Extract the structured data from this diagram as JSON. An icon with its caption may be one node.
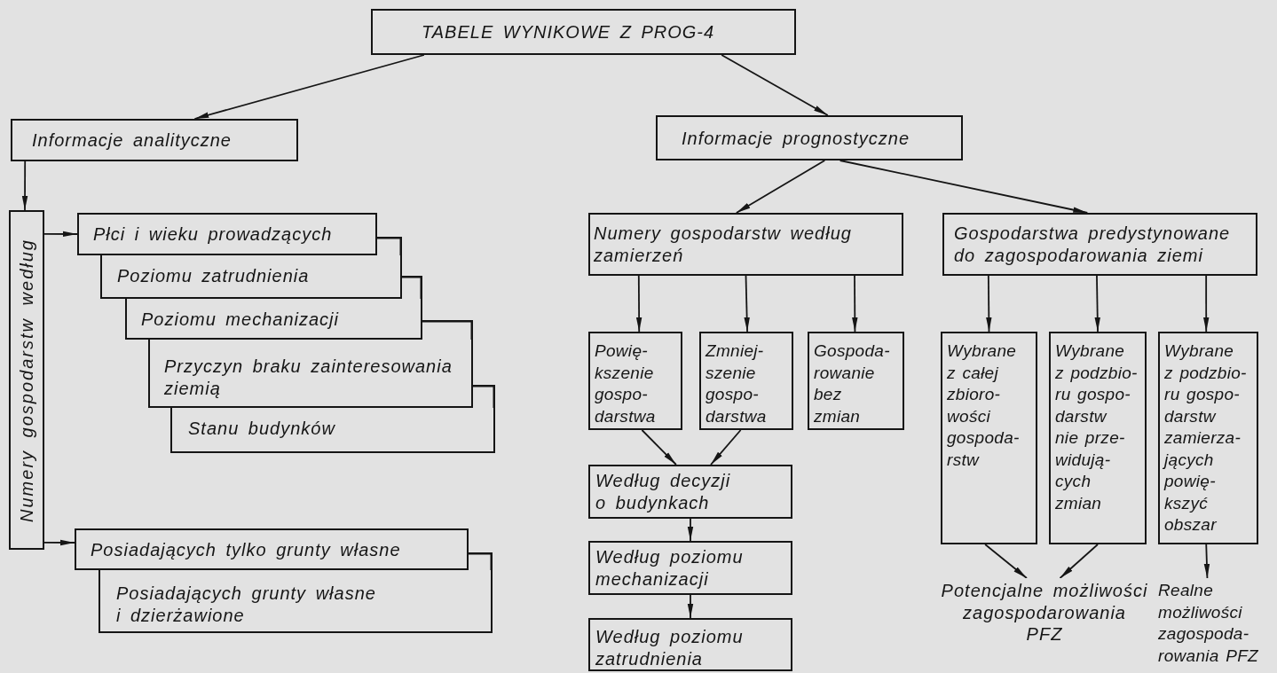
{
  "diagram": {
    "nodes": [
      {
        "text": [
          "TABELE WYNIKOWE Z PROG-4"
        ]
      },
      {
        "text": [
          "Informacje analityczne"
        ]
      },
      {
        "text": [
          "Informacje prognostyczne"
        ]
      },
      {
        "text": [
          "Numery gospodarstw według"
        ]
      },
      {
        "text": [
          "Płci i wieku prowadzących"
        ]
      },
      {
        "text": [
          "Poziomu zatrudnienia"
        ]
      },
      {
        "text": [
          "Poziomu mechanizacji"
        ]
      },
      {
        "text": [
          "Przyczyn braku zainteresowania ziemią"
        ]
      },
      {
        "text": [
          "Stanu budynków"
        ]
      },
      {
        "text": [
          "Posiadających tylko grunty własne"
        ]
      },
      {
        "text": [
          "Posiadających grunty własne i dzierżawione"
        ]
      },
      {
        "text": [
          "Numery gospodarstw według zamierzeń"
        ]
      },
      {
        "text": [
          "Gospodarstwa predystynowane do zagospodarowania ziemi"
        ]
      },
      {
        "text": [
          "Powię- kszenie gospo- darstwa"
        ]
      },
      {
        "text": [
          "Zmniej- szenie gospo- darstwa"
        ]
      },
      {
        "text": [
          "Gospoda- rowanie bez zmian"
        ]
      },
      {
        "text": [
          "Wybrane z całej zbioro- wości gospoda- rstw"
        ]
      },
      {
        "text": [
          "Wybrane z podzbio- ru gospo- darstw nie prze- widują- cych zmian"
        ]
      },
      {
        "text": [
          "Wybrane z podzbio- ru gospo- darstw zamierza- jących powię- kszyć obszar"
        ]
      },
      {
        "text": [
          "Według decyzji o budynkach"
        ]
      },
      {
        "text": [
          "Według poziomu mechanizacji"
        ]
      },
      {
        "text": [
          "Według poziomu zatrudnienia"
        ]
      },
      {
        "text": [
          "Potencjalne możliwości zagospodarowania PFZ"
        ]
      },
      {
        "text": [
          "Realne możliwości zagospoda- rowania PFZ"
        ]
      }
    ],
    "edges": [
      {
        "from": 0,
        "to": 1,
        "arrow": "to"
      },
      {
        "from": 0,
        "to": 2,
        "arrow": "to"
      },
      {
        "from": 1,
        "to": 3,
        "arrow": "to"
      },
      {
        "from": 3,
        "to": 4,
        "arrow": "to"
      },
      {
        "from": 3,
        "to": 9,
        "arrow": "to"
      },
      {
        "from": 2,
        "to": 11,
        "arrow": "to"
      },
      {
        "from": 2,
        "to": 12,
        "arrow": "to"
      },
      {
        "from": 11,
        "to": 13,
        "arrow": "to"
      },
      {
        "from": 11,
        "to": 14,
        "arrow": "to"
      },
      {
        "from": 11,
        "to": 15,
        "arrow": "to"
      },
      {
        "from": 12,
        "to": 16,
        "arrow": "to"
      },
      {
        "from": 12,
        "to": 17,
        "arrow": "to"
      },
      {
        "from": 12,
        "to": 18,
        "arrow": "to"
      },
      {
        "from": 13,
        "to": 19,
        "arrow": "to"
      },
      {
        "from": 14,
        "to": 19,
        "arrow": "to"
      },
      {
        "from": 19,
        "to": 20,
        "arrow": "to"
      },
      {
        "from": 20,
        "to": 21,
        "arrow": "to"
      },
      {
        "from": 16,
        "to": 22,
        "arrow": "to"
      },
      {
        "from": 17,
        "to": 22,
        "arrow": "to"
      },
      {
        "from": 18,
        "to": 23,
        "arrow": "to"
      }
    ]
  }
}
